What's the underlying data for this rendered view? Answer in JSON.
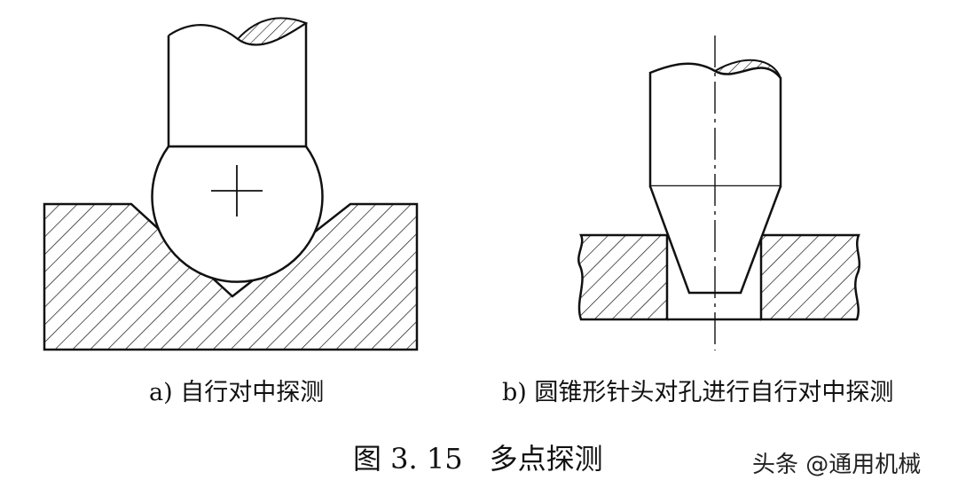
{
  "figure": {
    "number": "图 3. 15",
    "title": "多点探测"
  },
  "panels": [
    {
      "id": "a",
      "caption": "a) 自行对中探测"
    },
    {
      "id": "b",
      "caption": "b) 圆锥形针头对孔进行自行对中探测"
    }
  ],
  "watermark": "头条 @通用机械",
  "colors": {
    "line": "#111111",
    "background": "#ffffff"
  }
}
